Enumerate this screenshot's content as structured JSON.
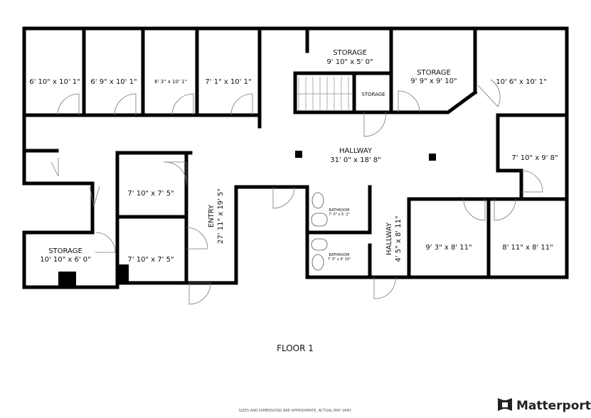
{
  "floor_label": "FLOOR 1",
  "disclaimer": "SIZES AND DIMENSIONS ARE APPROXIMATE, ACTUAL MAY VARY.",
  "brand": "Matterport",
  "rooms": [
    {
      "name": "",
      "dims": "6' 10\" x 10' 1\""
    },
    {
      "name": "",
      "dims": "6' 9\" x 10' 1\""
    },
    {
      "name": "",
      "dims": "6' 3\" x 10' 1\""
    },
    {
      "name": "",
      "dims": "7' 1\" x 10' 1\""
    },
    {
      "name": "STORAGE",
      "dims": "9' 10\" x 5' 0\""
    },
    {
      "name": "STORAGE",
      "dims": ""
    },
    {
      "name": "STORAGE",
      "dims": "9' 9\" x 9' 10\""
    },
    {
      "name": "",
      "dims": "10' 6\" x 10' 1\""
    },
    {
      "name": "HALLWAY",
      "dims": "31' 0\" x 18' 8\""
    },
    {
      "name": "",
      "dims": "7' 10\" x 9' 8\""
    },
    {
      "name": "",
      "dims": "7' 10\" x 7' 5\""
    },
    {
      "name": "",
      "dims": "7' 10\" x 7' 5\""
    },
    {
      "name": "ENTRY",
      "dims": "27' 11\" x 19' 5\""
    },
    {
      "name": "STORAGE",
      "dims": "10' 10\" x 6' 0\""
    },
    {
      "name": "BATHROOM",
      "dims": "7' 0\" x 5' 2\""
    },
    {
      "name": "BATHROOM",
      "dims": "7' 0\" x 4' 10\""
    },
    {
      "name": "HALLWAY",
      "dims": "4' 5\" x 8' 11\""
    },
    {
      "name": "",
      "dims": "9' 3\" x 8' 11\""
    },
    {
      "name": "",
      "dims": "8' 11\" x 8' 11\""
    }
  ]
}
